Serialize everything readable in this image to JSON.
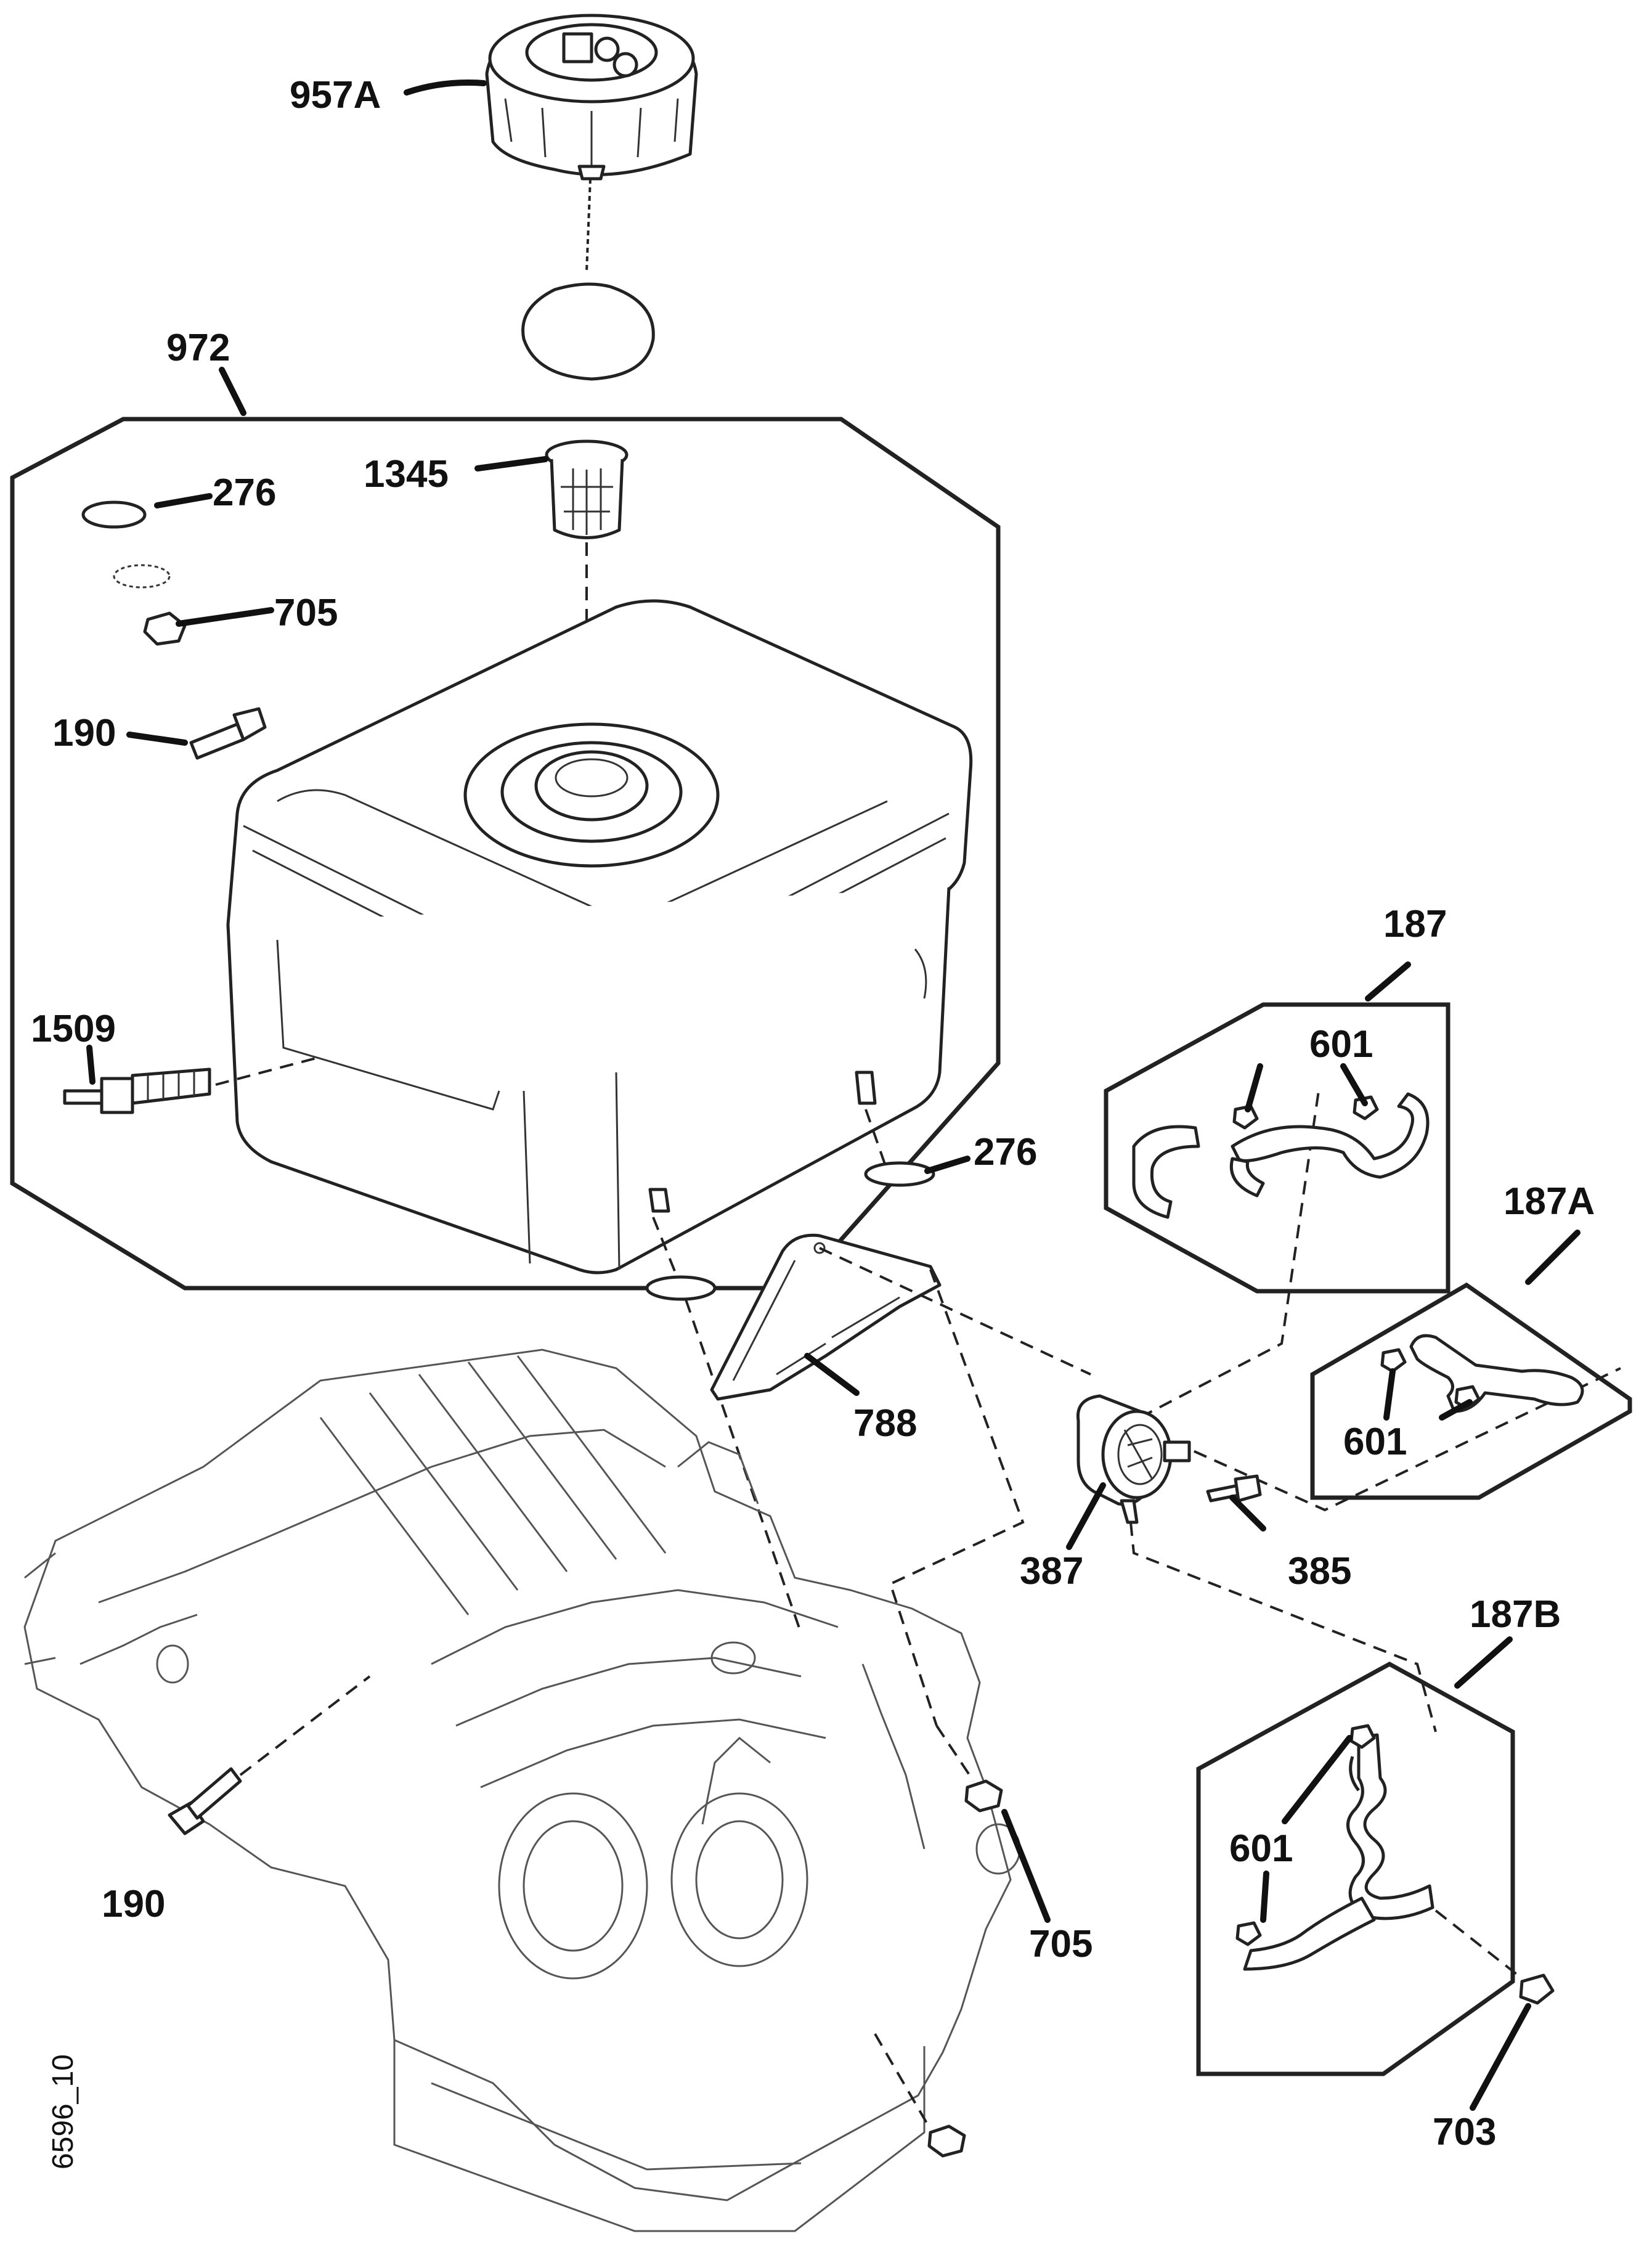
{
  "diagram": {
    "document_id": "6596_10",
    "callouts": {
      "c957A": "957A",
      "c972": "972",
      "c1345": "1345",
      "c276_top": "276",
      "c705_top": "705",
      "c190_top": "190",
      "c1509": "1509",
      "c276_mid": "276",
      "c788": "788",
      "c187": "187",
      "c601_187": "601",
      "c187A": "187A",
      "c601_187A": "601",
      "c387": "387",
      "c385": "385",
      "c187B": "187B",
      "c601_187B": "601",
      "c703": "703",
      "c190_bottom": "190",
      "c705_bottom": "705"
    }
  }
}
